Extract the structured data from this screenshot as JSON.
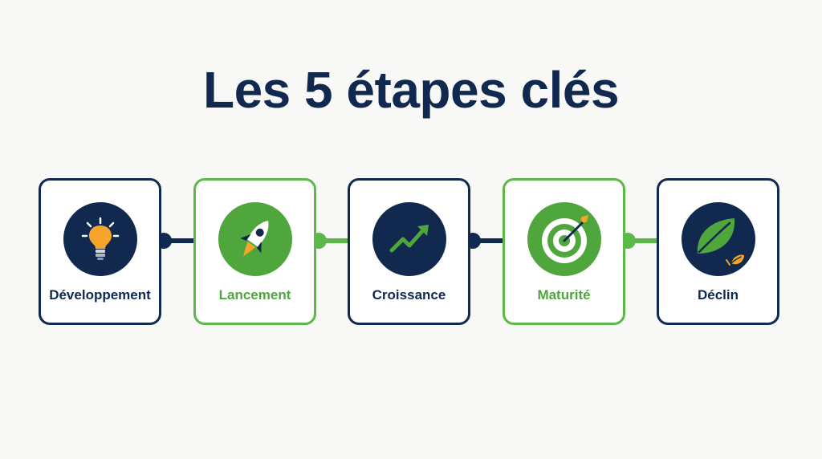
{
  "title": "Les 5 étapes clés",
  "colors": {
    "navy": "#11294f",
    "green": "#5cb848",
    "accent_orange": "#f4a52a",
    "background": "#f8f8f6"
  },
  "stages": [
    {
      "label": "Développement",
      "icon": "lightbulb-icon",
      "style": "navy"
    },
    {
      "label": "Lancement",
      "icon": "rocket-icon",
      "style": "green"
    },
    {
      "label": "Croissance",
      "icon": "growth-chart-icon",
      "style": "navy"
    },
    {
      "label": "Maturité",
      "icon": "target-icon",
      "style": "green"
    },
    {
      "label": "Déclin",
      "icon": "falling-leaf-icon",
      "style": "navy"
    }
  ]
}
